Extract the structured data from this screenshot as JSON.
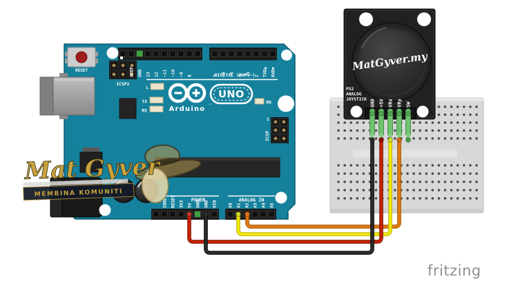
{
  "canvas": {
    "background": "#ffffff"
  },
  "watermark": {
    "title": "Mat Gyver",
    "subtitle": "MEMBINA KOMUNITI"
  },
  "footer": {
    "brand": "fritzing"
  },
  "arduino": {
    "reset_label": "RESET",
    "icsp2_label": "ICSP2",
    "icsp_label": "ICSP",
    "icsp_pin1_label": "1",
    "led_l_label": "L",
    "led_tx_label": "TX",
    "led_rx_label": "RX",
    "brand": "Arduino",
    "brand_tm": "™",
    "model": "UNO",
    "on_label": "ON",
    "digital_caption": "DIGITAL (PWM=~)",
    "power_caption": "POWER",
    "analog_caption": "ANALOG IN",
    "top_left_pin_labels": [
      "AREF",
      "GND",
      "13",
      "12",
      "~11",
      "~10",
      "~9",
      "8"
    ],
    "top_right_pin_labels": [
      "7",
      "~6",
      "~5",
      "4",
      "~3",
      "2",
      "TXD▲",
      "RXD▼"
    ],
    "power_pin_labels": [
      "IOREF",
      "RESET",
      "3V3",
      "5V",
      "GND",
      "GND",
      "VIN"
    ],
    "analog_pin_labels": [
      "A0",
      "A1",
      "A2",
      "A3",
      "A4",
      "A5"
    ]
  },
  "joystick": {
    "knob_text": "MatGyver.my",
    "part_label_lines": [
      "PS2",
      "ANALOG",
      "JOYSTICK"
    ],
    "pin_labels": [
      "GND",
      "+5V",
      "VRx",
      "VRy",
      "SW"
    ]
  },
  "connections": [
    {
      "wire_color": "red",
      "arduino_pin": "5V",
      "joystick_pin": "+5V"
    },
    {
      "wire_color": "black",
      "arduino_pin": "GND",
      "joystick_pin": "GND"
    },
    {
      "wire_color": "yellow",
      "arduino_pin": "A1",
      "joystick_pin": "VRx"
    },
    {
      "wire_color": "orange",
      "arduino_pin": "A2",
      "joystick_pin": "VRy"
    }
  ],
  "colors": {
    "arduino_pcb": "#15819c",
    "breadboard": "#d8d8d8",
    "joystick_pcb": "#212121",
    "pin_green": "#6fc36f",
    "wire_red": "#c62200",
    "wire_black": "#2e2e2e",
    "wire_yellow": "#f2ea0a",
    "wire_orange": "#e2790f",
    "fritzing_gray": "#8f8f8f",
    "watermark_gold": "#c8a23c"
  }
}
